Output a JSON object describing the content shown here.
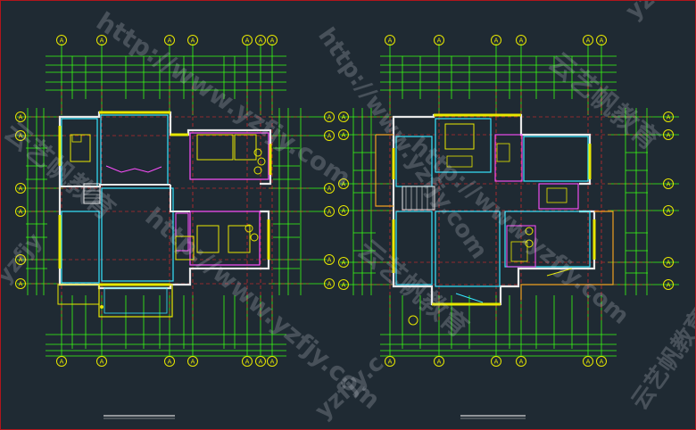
{
  "drawing": {
    "axis_label": "A",
    "watermark_text": "http://www.yzfjy.com",
    "watermark_brand": "云艺帆教育",
    "watermark_tail_1": "yzfjy",
    "watermark_tail_2": "云艺帆教育",
    "watermark_tail_3": "yzfjy.c"
  },
  "colors": {
    "background": "#1f2a33",
    "frame": "#b0151c",
    "grid": "#39ff14",
    "wall": "#e8e800",
    "inner_wall": "#ff4fff",
    "window": "#36e6ff",
    "axis_red": "#ff2a2a",
    "furniture": "#e8e800",
    "white_line": "#d8d8d8"
  }
}
